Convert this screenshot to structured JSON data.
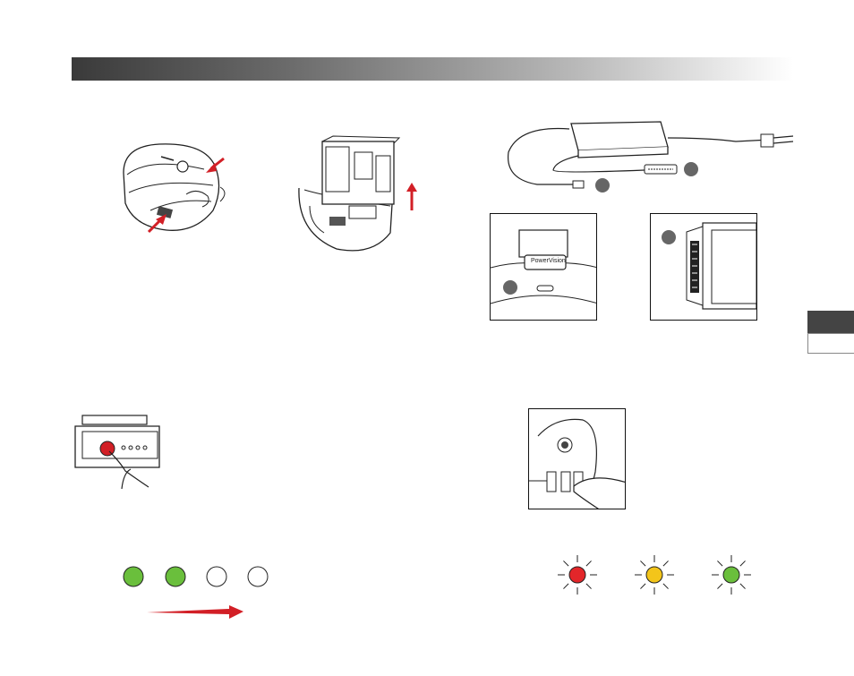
{
  "figures": {
    "charger_port_label": "PowerVision"
  },
  "colors": {
    "accent_red": "#d21f26",
    "led_green": "#6abf3c",
    "led_yellow": "#f3c51a",
    "led_red": "#e3262a",
    "header_dark": "#3a3a3a"
  },
  "battery_levels": {
    "lit": 2,
    "total": 4
  },
  "status_lights": [
    {
      "name": "red",
      "color": "#e3262a"
    },
    {
      "name": "yellow",
      "color": "#f3c51a"
    },
    {
      "name": "green",
      "color": "#6abf3c"
    }
  ],
  "icons": [
    "arrow-up-icon",
    "arrow-right-icon",
    "finger-press-icon",
    "sunburst-light-icon"
  ]
}
